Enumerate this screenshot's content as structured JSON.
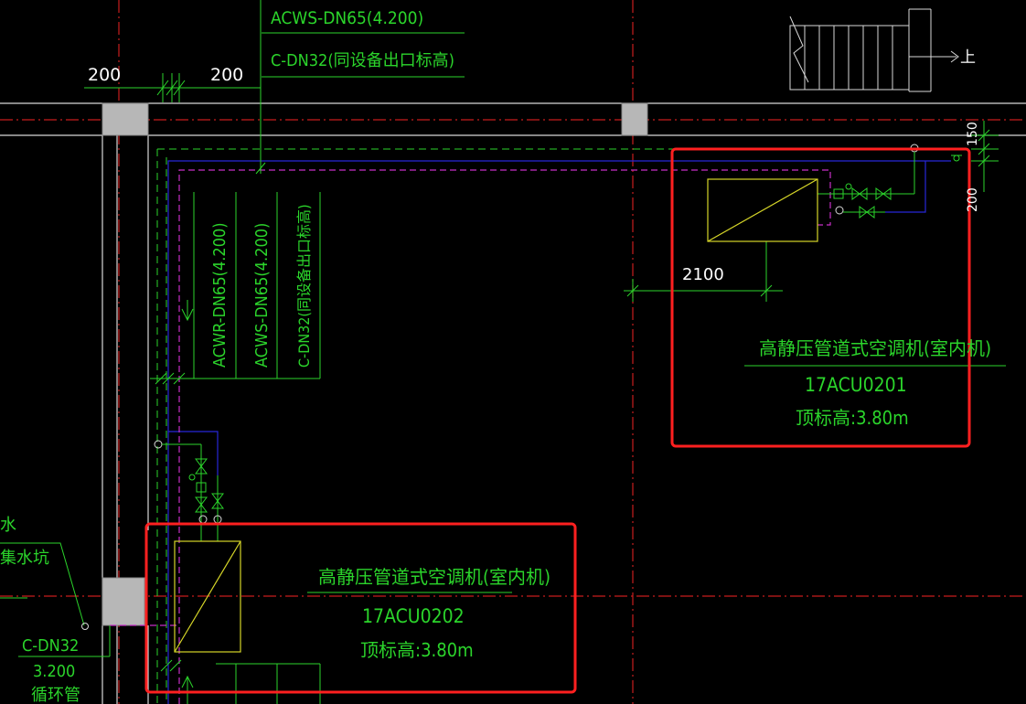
{
  "dims": {
    "d200_left": "200",
    "d200_right": "200",
    "d2100": "2100",
    "d150": "150",
    "d200_vert": "200"
  },
  "stair": {
    "up_label": "上"
  },
  "pipe_labels_top": {
    "line1": "ACWS-DN65(4.200)",
    "line2": "C-DN32(同设备出口标高)"
  },
  "pipe_labels_vertical": {
    "v1": "ACWR-DN65(4.200)",
    "v2": "ACWS-DN65(4.200)",
    "v3": "C-DN32(同设备出口标高)"
  },
  "units": [
    {
      "title": "高静压管道式空调机(室内机)",
      "tag": "17ACU0201",
      "elevation": "顶标高:3.80m"
    },
    {
      "title": "高静压管道式空调机(室内机)",
      "tag": "17ACU0202",
      "elevation": "顶标高:3.80m"
    }
  ],
  "left_notes": {
    "water": "水",
    "sump": "集水坑",
    "drain_pipe": "C-DN32",
    "drain_elev": "3.200",
    "circulation": "循环管"
  },
  "colors": {
    "green": "#2bd42b",
    "red_axis": "#c81e1e",
    "magenta": "#c72fc7",
    "blue": "#2727d8",
    "yellow": "#d6d628",
    "highlight": "#ff2020"
  }
}
